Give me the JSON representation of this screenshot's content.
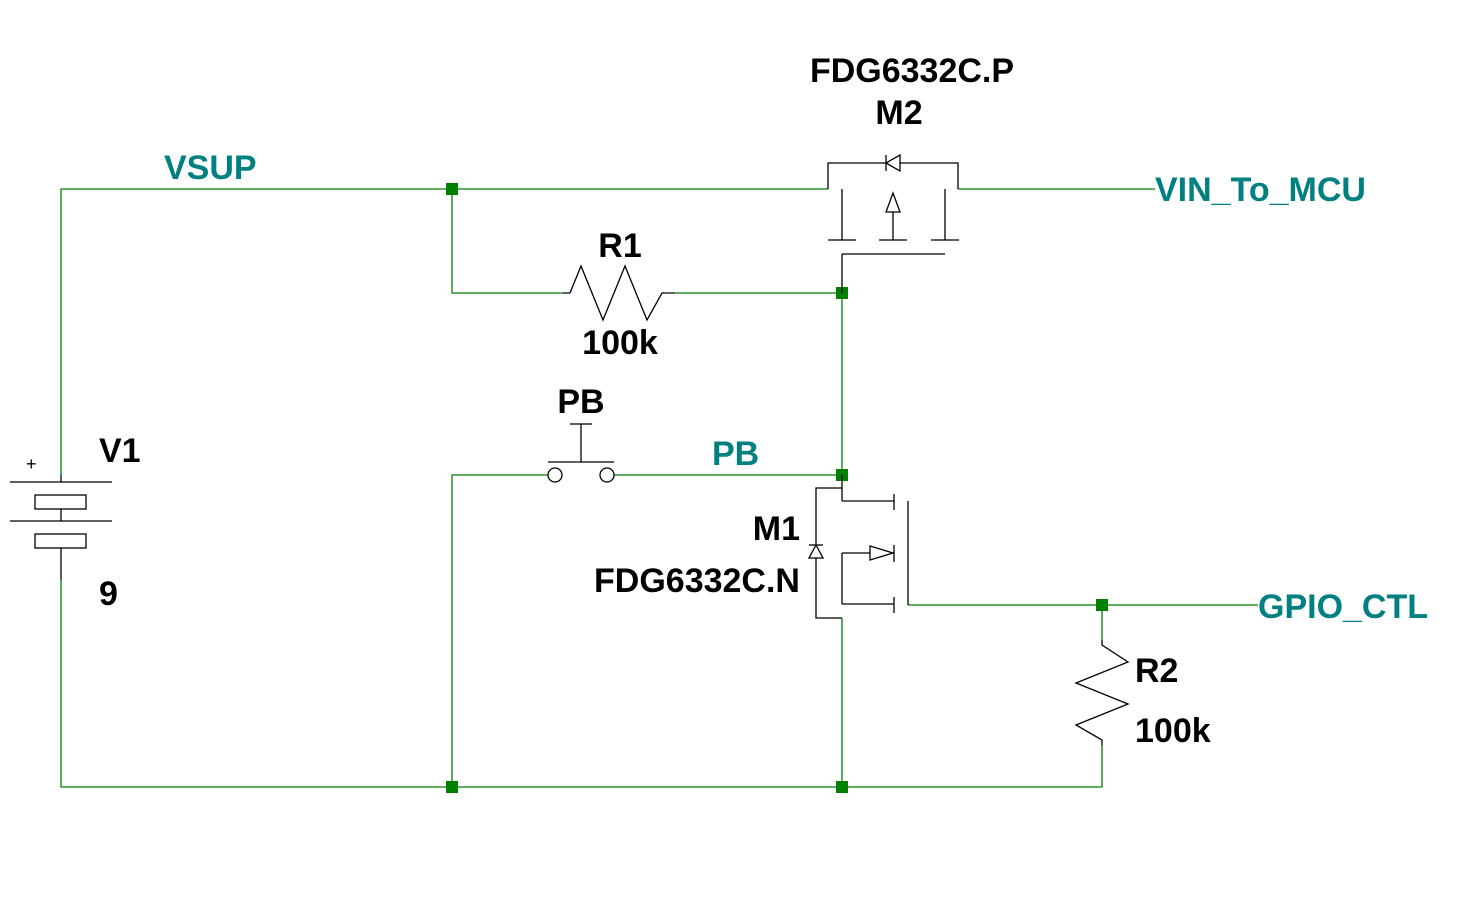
{
  "net_labels": {
    "vsup": "VSUP",
    "vin_to_mcu": "VIN_To_MCU",
    "pb": "PB",
    "gpio_ctl": "GPIO_CTL"
  },
  "components": {
    "m2": {
      "model": "FDG6332C.P",
      "ref": "M2"
    },
    "m1": {
      "model": "FDG6332C.N",
      "ref": "M1"
    },
    "r1": {
      "ref": "R1",
      "value": "100k"
    },
    "r2": {
      "ref": "R2",
      "value": "100k"
    },
    "v1": {
      "ref": "V1",
      "value": "9",
      "polarity": "+"
    },
    "pb": {
      "ref": "PB"
    }
  },
  "colors": {
    "wire": "#008000",
    "junction": "#008000",
    "net_label": "#008080",
    "symbol": "#000000",
    "background": "#ffffff"
  }
}
